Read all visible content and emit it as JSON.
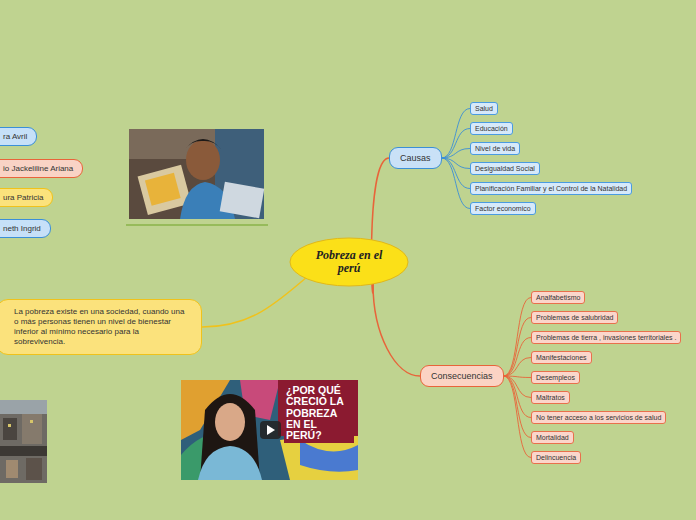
{
  "diagram": {
    "nodes": [
      {
        "text": [
          "ra Avril"
        ]
      },
      {
        "text": [
          "io Jackeliline Ariana"
        ]
      },
      {
        "text": [
          "ura Patricia"
        ]
      },
      {
        "text": [
          "neth Ingrid"
        ]
      },
      {
        "text": [
          "Pobreza en el perú"
        ]
      },
      {
        "text": [
          "Causas"
        ]
      },
      {
        "text": [
          "Salud"
        ]
      },
      {
        "text": [
          "Educación"
        ]
      },
      {
        "text": [
          "Nivel de vida"
        ]
      },
      {
        "text": [
          "Desigualdad Social"
        ]
      },
      {
        "text": [
          "Planificación Familiar y el Control de la Natalidad"
        ]
      },
      {
        "text": [
          "Factor economico"
        ]
      },
      {
        "text": [
          "La pobreza existe en una sociedad, cuando una o más personas tienen un nivel de bienestar inferior al mínimo necesario para la sobrevivencia."
        ]
      },
      {
        "text": [
          "Consecuencias"
        ]
      },
      {
        "text": [
          "Analfabetismo"
        ]
      },
      {
        "text": [
          "Problemas de salubridad"
        ]
      },
      {
        "text": [
          "Problemas de tierra , invasiones territoriales ."
        ]
      },
      {
        "text": [
          "Manifestaciones"
        ]
      },
      {
        "text": [
          "Desempleos"
        ]
      },
      {
        "text": [
          "Maltratos"
        ]
      },
      {
        "text": [
          "No tener acceso a los servicios de salud"
        ]
      },
      {
        "text": [
          "Mortalidad"
        ]
      },
      {
        "text": [
          "Delincuencia"
        ]
      }
    ],
    "edges": [
      {
        "from": 4,
        "to": 5,
        "arrow": "none"
      },
      {
        "from": 4,
        "to": 13,
        "arrow": "none"
      },
      {
        "from": 4,
        "to": 12,
        "arrow": "none"
      },
      {
        "from": 5,
        "to": 6,
        "arrow": "none"
      },
      {
        "from": 5,
        "to": 7,
        "arrow": "none"
      },
      {
        "from": 5,
        "to": 8,
        "arrow": "none"
      },
      {
        "from": 5,
        "to": 9,
        "arrow": "none"
      },
      {
        "from": 5,
        "to": 10,
        "arrow": "none"
      },
      {
        "from": 5,
        "to": 11,
        "arrow": "none"
      },
      {
        "from": 13,
        "to": 14,
        "arrow": "none"
      },
      {
        "from": 13,
        "to": 15,
        "arrow": "none"
      },
      {
        "from": 13,
        "to": 16,
        "arrow": "none"
      },
      {
        "from": 13,
        "to": 17,
        "arrow": "none"
      },
      {
        "from": 13,
        "to": 18,
        "arrow": "none"
      },
      {
        "from": 13,
        "to": 19,
        "arrow": "none"
      },
      {
        "from": 13,
        "to": 20,
        "arrow": "none"
      },
      {
        "from": 13,
        "to": 21,
        "arrow": "none"
      },
      {
        "from": 13,
        "to": 22,
        "arrow": "none"
      }
    ],
    "labels": [
      "¿POR QUÉ CRECIO LA POBREZA EN EL PERÚ?"
    ]
  }
}
